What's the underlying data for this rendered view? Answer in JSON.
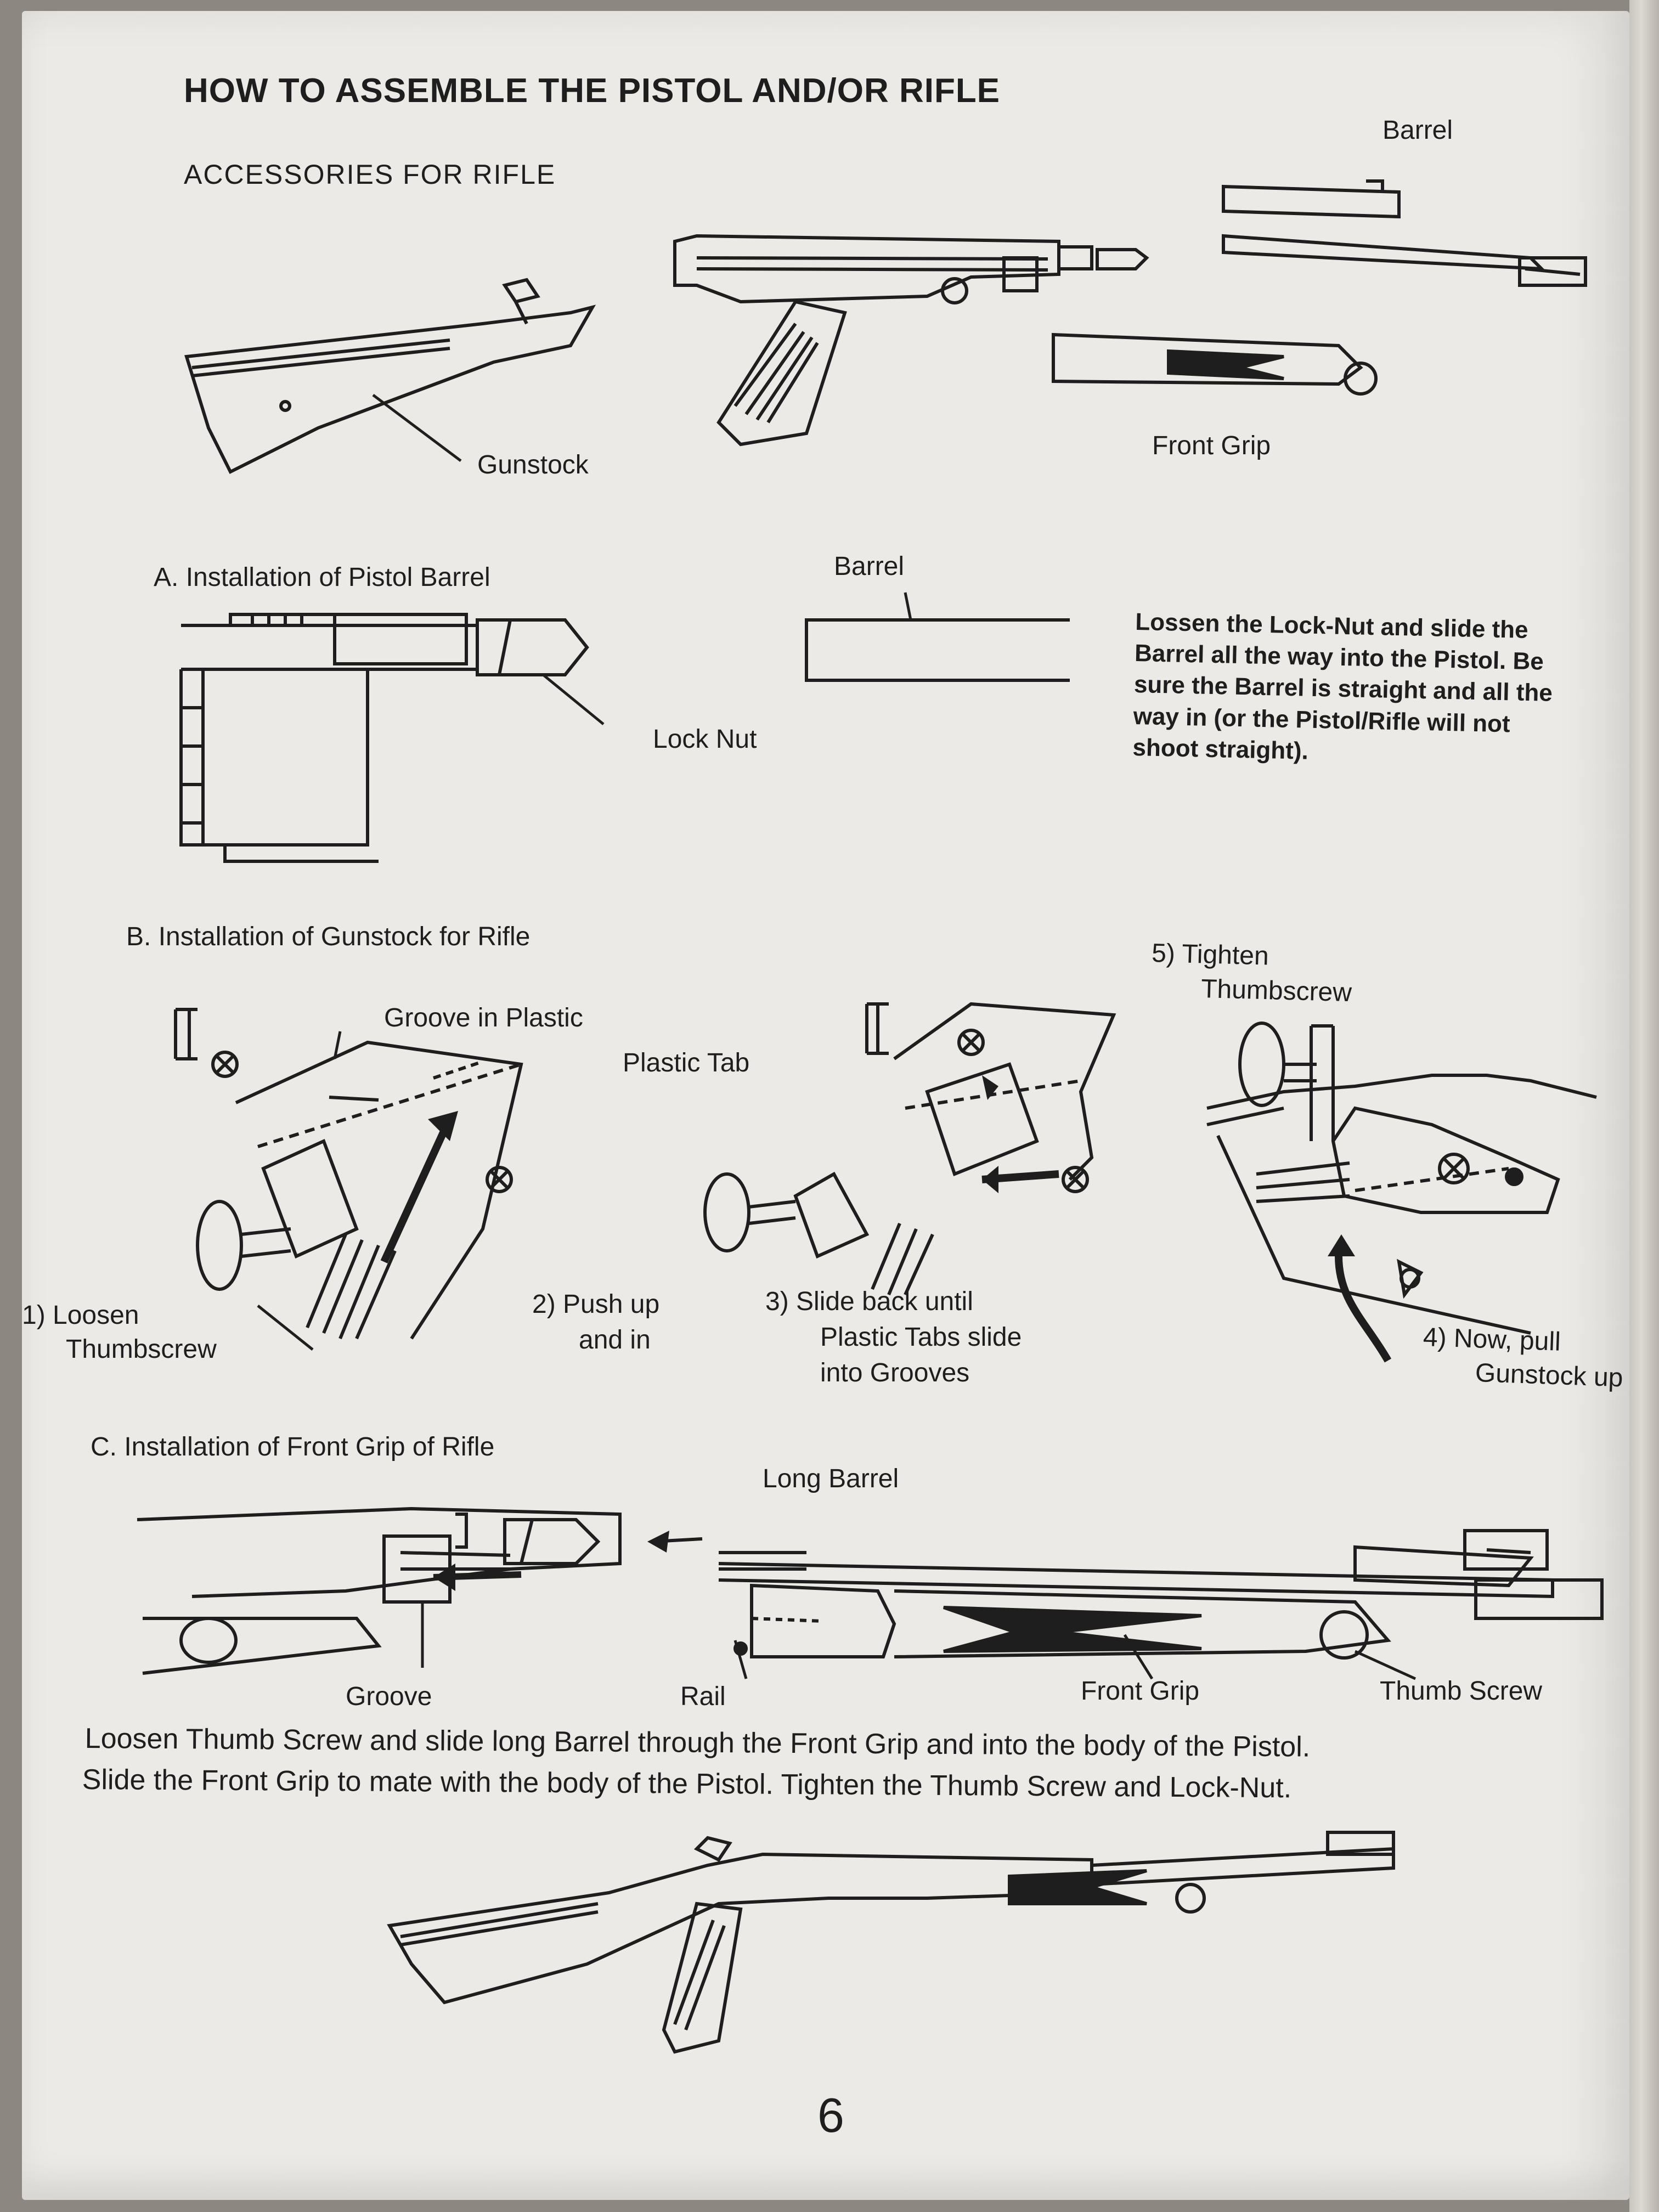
{
  "heading": "HOW TO ASSEMBLE THE PISTOL AND/OR RIFLE",
  "subheading": "ACCESSORIES FOR RIFLE",
  "accessory_labels": {
    "barrel": "Barrel",
    "front_grip": "Front Grip",
    "gunstock": "Gunstock"
  },
  "section_a": {
    "title": "A.  Installation of Pistol Barrel",
    "barrel_label": "Barrel",
    "lock_nut_label": "Lock Nut",
    "instruction": "Lossen the Lock-Nut and slide the Barrel all the way into the Pistol. Be sure the Barrel is straight and all the way in (or the Pistol/Rifle will not shoot straight)."
  },
  "section_b": {
    "title": "B.  Installation of Gunstock for Rifle",
    "groove_label": "Groove in Plastic",
    "plastic_tab_label": "Plastic Tab",
    "steps": [
      {
        "line1": "1)  Loosen",
        "line2": "Thumbscrew"
      },
      {
        "line1": "2)  Push up",
        "line2": "and in"
      },
      {
        "line1": "3)  Slide back until",
        "line2": "Plastic Tabs slide",
        "line3": "into Grooves"
      },
      {
        "line1": "4)  Now, pull",
        "line2": "Gunstock up"
      },
      {
        "line1": "5)  Tighten",
        "line2": "Thumbscrew"
      }
    ]
  },
  "section_c": {
    "title": "C. Installation of Front Grip of Rifle",
    "long_barrel_label": "Long Barrel",
    "groove_label": "Groove",
    "rail_label": "Rail",
    "front_grip_label": "Front Grip",
    "thumb_screw_label": "Thumb Screw",
    "instruction_line1": "Loosen Thumb Screw and slide long Barrel through the Front Grip and into the body of the Pistol.",
    "instruction_line2": "Slide the Front Grip to mate with the body of the Pistol. Tighten the Thumb Screw and Lock-Nut."
  },
  "page_number": "6",
  "colors": {
    "paper": "#eceae6",
    "ink": "#1e1e1e"
  }
}
